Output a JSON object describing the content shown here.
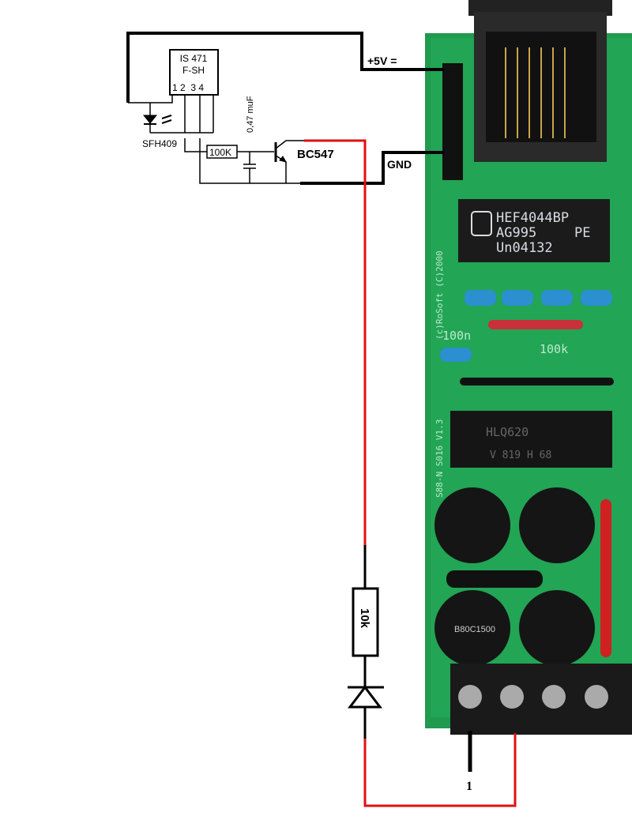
{
  "schematic": {
    "sensor": {
      "line1": "IS 471",
      "line2": "F-SH",
      "pins": "1 2  3 4"
    },
    "led_label": "SFH409",
    "resistor_base": "100K",
    "capacitor": "0,47 muF",
    "transistor": "BC547",
    "supply": "+5V =",
    "ground": "GND",
    "resistor_series": "10k",
    "terminal_label": "1"
  },
  "pcb": {
    "ic1": {
      "line1": "HEF4044BP",
      "line2": "AG995",
      "line2b": "PE",
      "line3": "Un04132"
    },
    "ic2": {
      "line1": "HLQ620",
      "line2": "V 819 H 68"
    },
    "silk_100n": "100n",
    "silk_100k": "100k",
    "silk_side1": "(c)RoSoft (C)2000",
    "silk_side2": "S88-N S016 V1.3",
    "rectifier": "B80C1500"
  },
  "colors": {
    "pcb": "#1f9a4e",
    "wire_red": "#e01010",
    "wire_black": "#000000"
  }
}
